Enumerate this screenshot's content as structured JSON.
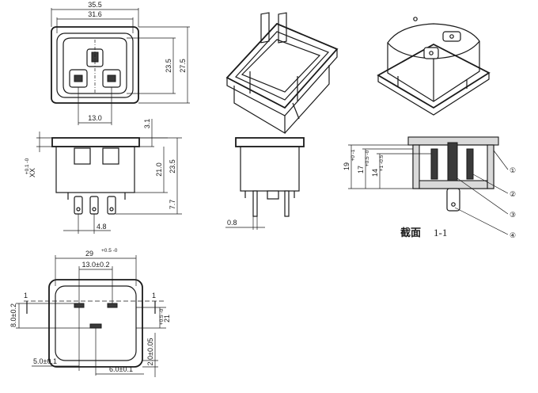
{
  "front_top": {
    "dim_width_outer": "35.5",
    "dim_width_inner": "31.6",
    "dim_height_inner": "23.5",
    "dim_height_outer": "27.5",
    "dim_pin_span": "13.0"
  },
  "side_view": {
    "dim_flange": "3.1",
    "dim_body": "21.0",
    "dim_total": "23.5",
    "dim_pin": "7.7",
    "dim_pitch": "4.8",
    "dim_panel": "XX",
    "dim_panel_tol": "+0.1 -0",
    "dim_thickness": "0.8"
  },
  "section": {
    "dim_a": "19",
    "dim_a_tol": "+0 -1",
    "dim_b": "17",
    "dim_b_tol": "+0.5 -0",
    "dim_c": "14",
    "dim_c_tol": "+1 -0.5",
    "callouts": [
      "①",
      "②",
      "③",
      "④"
    ],
    "caption_cn": "截面",
    "caption_num": "1-1"
  },
  "cutout": {
    "dim_width": "29",
    "dim_width_tol": "+0.5 -0",
    "dim_span": "13.0±0.2",
    "dim_height": "21",
    "dim_height_tol": "+0.5 -0",
    "dim_slot": "8.0±0.2",
    "dim_left": "5.0±0.1",
    "dim_right": "6.0±0.1",
    "dim_wall": "2.0±0.05",
    "section_mark": "1"
  }
}
